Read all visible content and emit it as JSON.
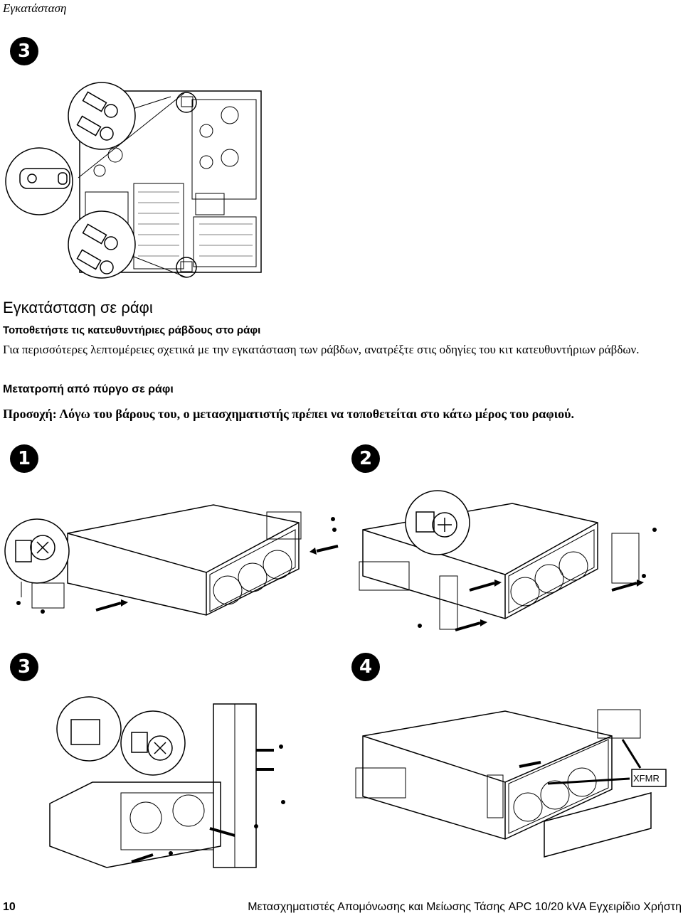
{
  "header": {
    "section": "Εγκατάσταση"
  },
  "steps": {
    "top": "3",
    "s1": "1",
    "s2": "2",
    "s3": "3",
    "s4": "4"
  },
  "content": {
    "title": "Εγκατάσταση σε ράφι",
    "subtitle": "Τοποθετήστε τις κατευθυντήριες ράβδους στο ράφι",
    "body": "Για περισσότερες λεπτομέρειες σχετικά με την εγκατάσταση των ράβδων, ανατρέξτε στις οδηγίες του κιτ κατευθυντήριων ράβδων.",
    "subheading": "Μετατροπή από πύργο σε ράφι",
    "caution": "Προσοχή: Λόγω του βάρους του, ο μετασχηματιστής πρέπει να τοποθετείται στο κάτω μέρος του ραφιού."
  },
  "figure4": {
    "label": "XFMR"
  },
  "footer": {
    "page": "10",
    "title": "Μετασχηματιστές Απομόνωσης και Μείωσης Τάσης APC 10/20 kVA  Εγχειρίδιο Χρήστη"
  }
}
